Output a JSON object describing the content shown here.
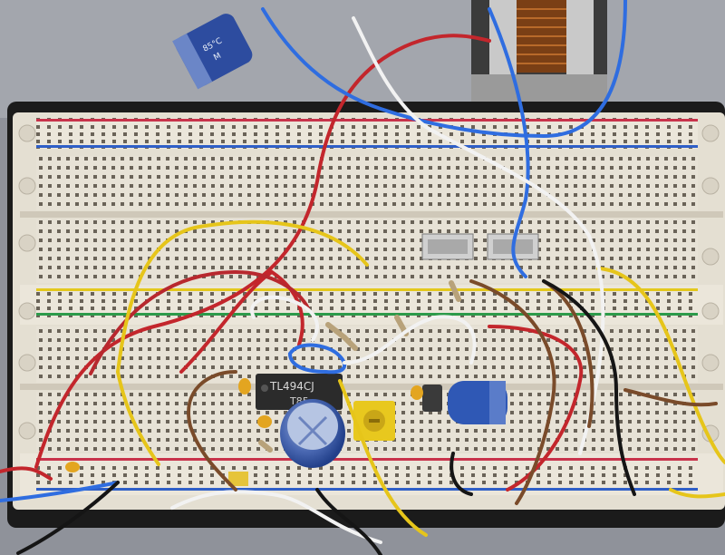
{
  "scene": {
    "description_kind": "photo",
    "chip": {
      "line1": "TL494CJ",
      "line2": "T85"
    },
    "capacitor_top": {
      "line1": "85°C",
      "line2": "M"
    },
    "colors": {
      "board": "#e7e2d6",
      "board_shadow": "#c9c3b5",
      "hole": "#5b544a",
      "rail_red": "#c8334b",
      "rail_blue": "#2f5fc7",
      "rail_yellow": "#e3c81c",
      "rail_green": "#2c9a4a",
      "wire_red": "#c3262c",
      "wire_yellow": "#e6c51a",
      "wire_blue": "#2f6de0",
      "wire_white": "#f4f4f4",
      "wire_brown": "#7a4b2a",
      "wire_black": "#151515",
      "cap_blue": "#2b4fa5",
      "chip_black": "#2a2a2a",
      "background": "#8a8d94",
      "mat": "#1c1c1c"
    }
  }
}
